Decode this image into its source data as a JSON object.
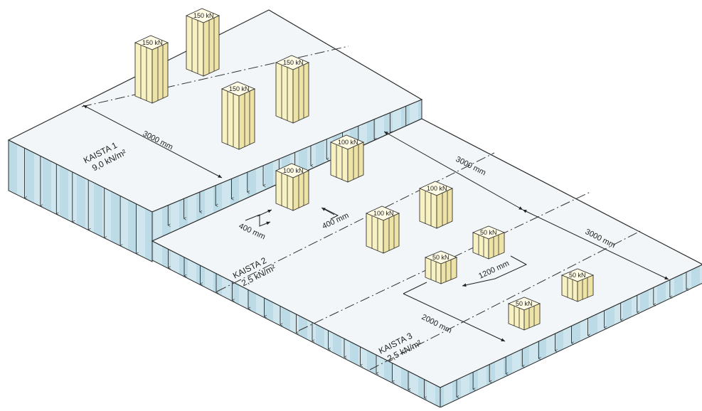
{
  "lanes": [
    {
      "name": "KAISTA 1",
      "load": "9,0 kN/m²"
    },
    {
      "name": "KAISTA 2",
      "load": "2,5 kN/m²"
    },
    {
      "name": "KAISTA 3",
      "load": "2,5 kN/m²"
    }
  ],
  "dimensions": {
    "lane1_width": "3000 mm",
    "lane2_width": "3000 mm",
    "lane3_width": "3000 mm",
    "offset_a": "400 mm",
    "offset_b": "400 mm",
    "spacing_50": "1200 mm",
    "spacing_2000": "2000 mm"
  },
  "point_loads": {
    "lane1": [
      "150 kN",
      "150 kN",
      "150 kN",
      "150 kN"
    ],
    "lane2": [
      "100 kN",
      "100 kN",
      "100 kN",
      "100 kN"
    ],
    "lane3": [
      "50 kN",
      "50 kN",
      "50 kN",
      "50 kN"
    ]
  },
  "colors": {
    "side_fill": "#cfe6ee",
    "column_fill": "#f8f1c2",
    "deck_fill": "#f2f6f8"
  }
}
